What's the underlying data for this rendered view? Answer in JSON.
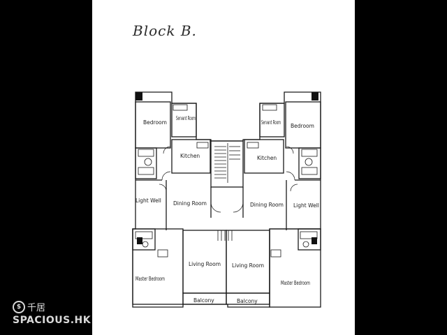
{
  "title": "Block B.",
  "rooms": {
    "bedroom_left": "Bedroom",
    "servant_left": "Servant Room",
    "kitchen_left": "Kitchen",
    "servant_right": "Servant Room",
    "bedroom_right": "Bedroom",
    "kitchen_right": "Kitchen",
    "lightwell_left": "Light Well",
    "dining_left": "Dining Room",
    "dining_right": "Dining Room",
    "lightwell_right": "Light Well",
    "master_left": "Master Bedroom",
    "living_left": "Living Room",
    "living_right": "Living Room",
    "master_right": "Master Bedroom",
    "balcony_left": "Balcony",
    "balcony_right": "Balcony"
  },
  "watermark": {
    "coin": "$",
    "chinese": "千居",
    "brand": "SPACIOUS.HK"
  },
  "colors": {
    "background": "#000000",
    "paper": "#ffffff",
    "ink": "#1a1a1a"
  }
}
